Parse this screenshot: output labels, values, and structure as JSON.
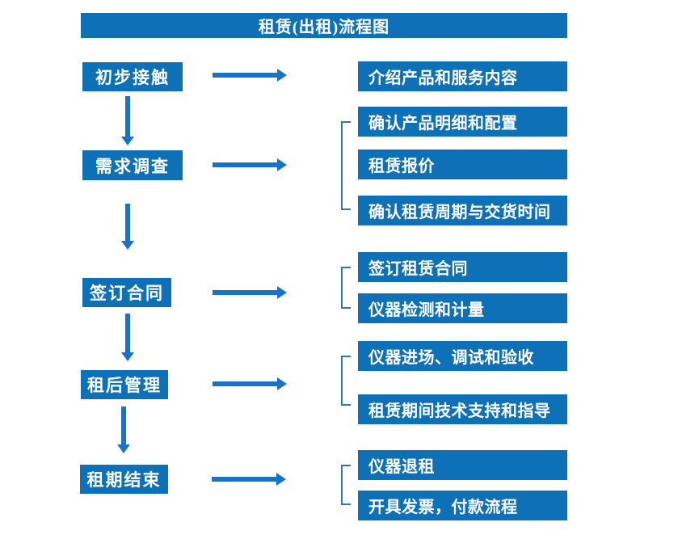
{
  "title": "租赁(出租)流程图",
  "colors": {
    "box_blue": "#0e71b8",
    "arrow_blue": "#1873c8",
    "bracket_blue": "#2e75b6",
    "text": "#ffffff",
    "background": "#ffffff"
  },
  "stages": [
    {
      "label": "初步接触",
      "details": [
        "介绍产品和服务内容"
      ]
    },
    {
      "label": "需求调查",
      "details": [
        "确认产品明细和配置",
        "租赁报价",
        "确认租赁周期与交货时间"
      ]
    },
    {
      "label": "签订合同",
      "details": [
        "签订租赁合同",
        "仪器检测和计量"
      ]
    },
    {
      "label": "租后管理",
      "details": [
        "仪器进场、调试和验收",
        "租赁期间技术支持和指导"
      ]
    },
    {
      "label": "租期结束",
      "details": [
        "仪器退租",
        "开具发票，付款流程"
      ]
    }
  ]
}
